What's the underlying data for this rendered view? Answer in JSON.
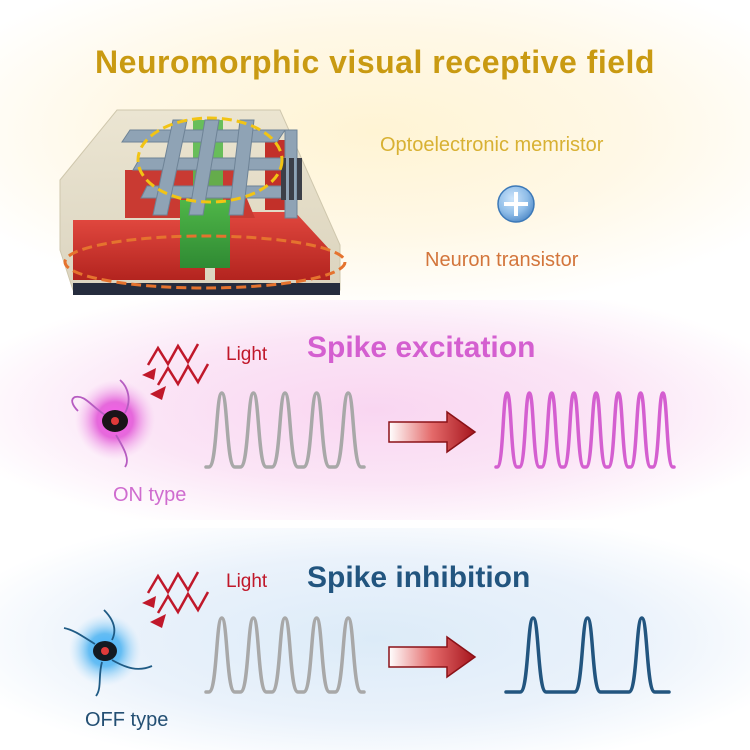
{
  "title": "Neuromorphic visual receptive field",
  "labels": {
    "optoelectronic": "Optoelectronic memristor",
    "neuron_transistor": "Neuron transistor",
    "light_top": "Light",
    "light_bottom": "Light",
    "excitation": "Spike excitation",
    "inhibition": "Spike inhibition",
    "on_type": "ON type",
    "off_type": "OFF type"
  },
  "spikes": {
    "input": 5,
    "excitation_output": 8,
    "inhibition_output": 3
  },
  "colors": {
    "title": "#c99a12",
    "memristor": "#d8b133",
    "neuron": "#d3753b",
    "excitation": "#d45fd0",
    "inhibition": "#22557f",
    "input_spikes": "#a8a8a8",
    "arrow": "#b8232b",
    "light": "#c0182a"
  }
}
